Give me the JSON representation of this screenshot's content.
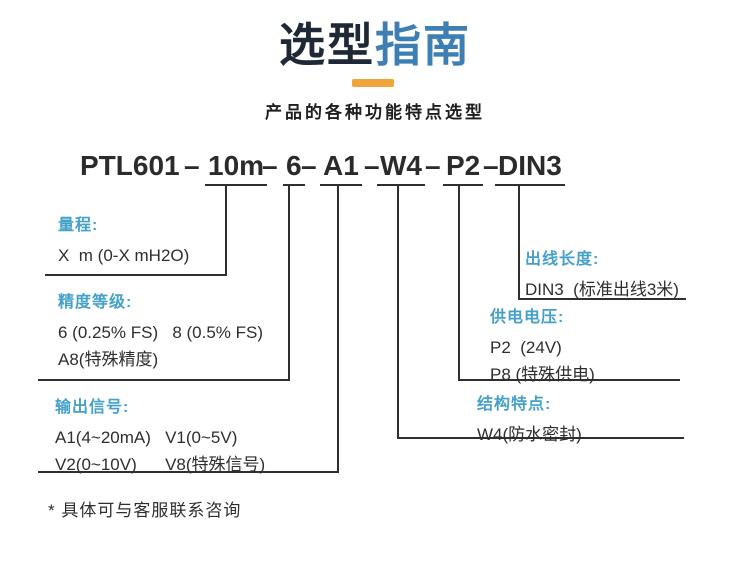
{
  "header": {
    "title_primary": "选型",
    "title_secondary": "指南",
    "subtitle": "产品的各种功能特点选型"
  },
  "model": {
    "prefix": "PTL601",
    "separator": "–",
    "segments": [
      "10m",
      "6",
      "A1",
      "W4",
      "P2",
      "DIN3"
    ]
  },
  "groups": [
    {
      "id": "range",
      "label": "量程:",
      "lines": [
        "X  m (0-X mH2O)"
      ]
    },
    {
      "id": "accuracy",
      "label": "精度等级:",
      "lines": [
        "6 (0.25% FS)   8 (0.5% FS)",
        "A8(特殊精度)"
      ]
    },
    {
      "id": "output",
      "label": "输出信号:",
      "lines": [
        "A1(4~20mA)   V1(0~5V)",
        "V2(0~10V)      V8(特殊信号)"
      ]
    },
    {
      "id": "cable",
      "label": "出线长度:",
      "lines": [
        "DIN3  (标准出线3米)"
      ]
    },
    {
      "id": "power",
      "label": "供电电压:",
      "lines": [
        "P2  (24V)",
        "P8 (特殊供电)"
      ]
    },
    {
      "id": "structure",
      "label": "结构特点:",
      "lines": [
        "W4(防水密封)"
      ]
    }
  ],
  "footnote": "* 具体可与客服联系咨询",
  "colors": {
    "title_dark": "#1f2835",
    "title_blue": "#3e7fb3",
    "accent_orange": "#f0a43c",
    "label_blue": "#45a1c9",
    "body_text": "#2e2e2e",
    "line": "#2f2f2f",
    "background": "#ffffff"
  }
}
